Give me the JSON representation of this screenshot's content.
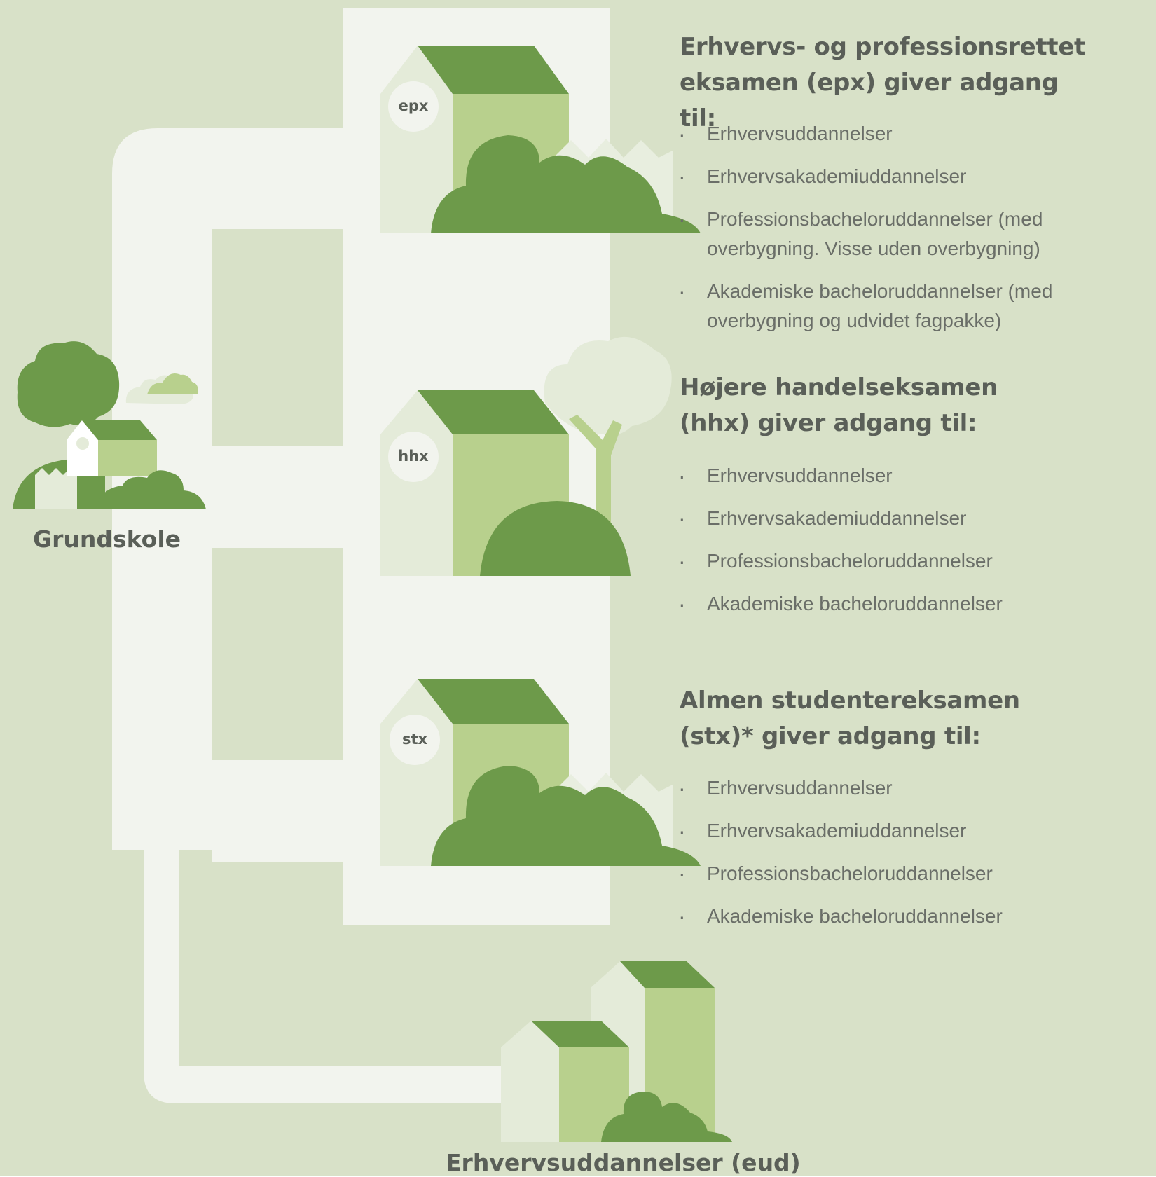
{
  "colors": {
    "background": "#d8e1c8",
    "path": "#f2f4ee",
    "dark_green": "#6d9a4a",
    "mid_green": "#b8d08d",
    "pale_green": "#e4ebd9",
    "text": "#5a5f58"
  },
  "start": {
    "label": "Grundskole",
    "icon": "school-house-with-tree-icon"
  },
  "end": {
    "label": "Erhvervsuddannelser (eud)",
    "icon": "twin-buildings-icon"
  },
  "programs": [
    {
      "badge": "epx",
      "heading": "Erhvervs- og professionsrettet eksamen (epx) giver adgang til:",
      "items": [
        "Erhvervsuddannelser",
        "Erhvervsakademiuddannelser",
        "Professionsbacheloruddannelser (med overbygning. Visse uden overbygning)",
        "Akademiske bacheloruddannelser (med overbygning og udvidet fagpakke)"
      ]
    },
    {
      "badge": "hhx",
      "heading": "Højere handelseksamen (hhx) giver adgang til:",
      "items": [
        "Erhvervsuddannelser",
        "Erhvervsakademiuddannelser",
        "Professionsbacheloruddannelser",
        "Akademiske bacheloruddannelser"
      ]
    },
    {
      "badge": "stx",
      "heading": "Almen studentereksamen (stx)* giver adgang til:",
      "items": [
        "Erhvervsuddannelser",
        "Erhvervsakademiuddannelser",
        "Professionsbacheloruddannelser",
        "Akademiske bacheloruddannelser"
      ]
    }
  ]
}
